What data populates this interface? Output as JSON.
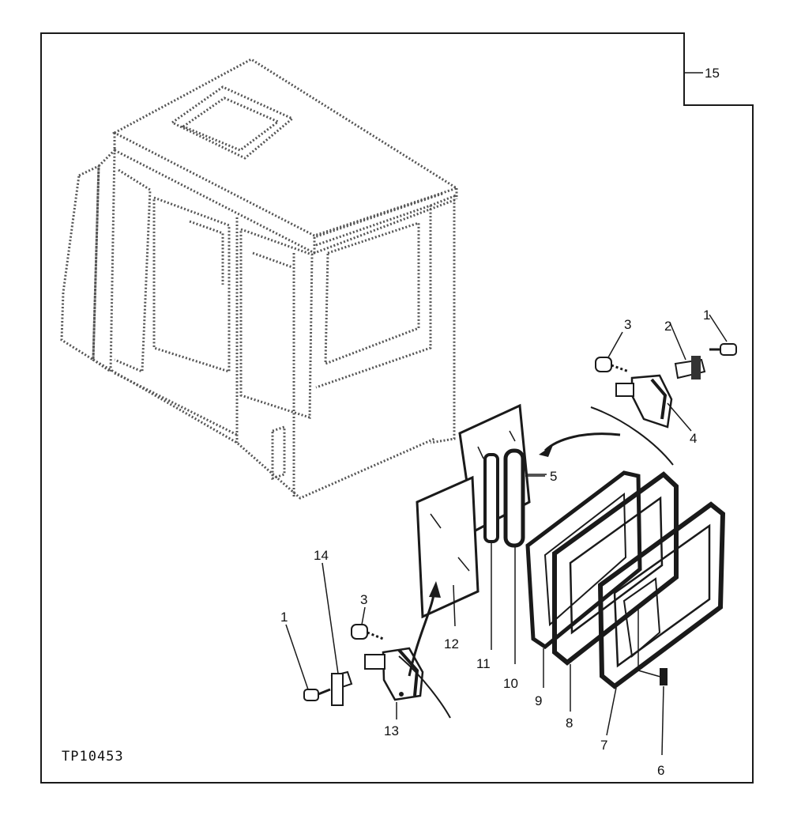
{
  "figure": {
    "code": "TP10453",
    "callouts": [
      "1",
      "2",
      "3",
      "4",
      "5",
      "6",
      "7",
      "8",
      "9",
      "10",
      "11",
      "12",
      "13",
      "14",
      "15",
      "1",
      "3"
    ],
    "colors": {
      "ink": "#1a1a1a",
      "paper": "#ffffff",
      "cab": "#555555"
    }
  }
}
